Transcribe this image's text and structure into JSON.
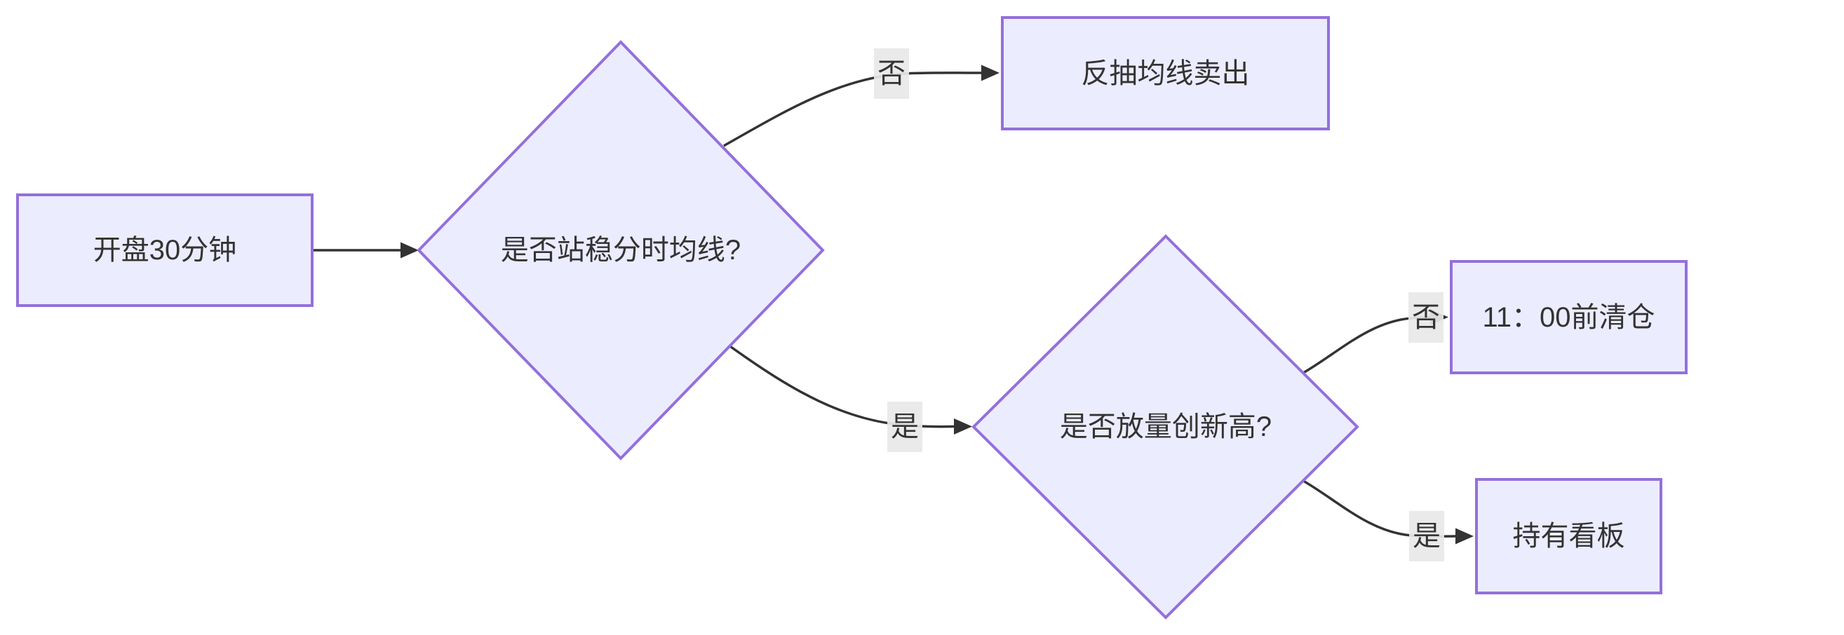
{
  "diagram": {
    "type": "flowchart",
    "direction": "left-to-right",
    "background": "#ffffff",
    "colors": {
      "node_fill": "#ECECFF",
      "node_border": "#9370DB",
      "edge_line": "#333333",
      "edge_label_bg": "#e8e8e8",
      "text": "#333333"
    },
    "nodes": [
      {
        "id": "start",
        "shape": "rectangle",
        "label": "开盘30分钟"
      },
      {
        "id": "decision-hold-ma",
        "shape": "diamond",
        "label": "是否站稳分时均线?"
      },
      {
        "id": "sell-on-pullback",
        "shape": "rectangle",
        "label": "反抽均线卖出"
      },
      {
        "id": "decision-volume-high",
        "shape": "diamond",
        "label": "是否放量创新高?"
      },
      {
        "id": "clear-before-11",
        "shape": "rectangle",
        "label": "11：00前清仓"
      },
      {
        "id": "hold-and-watch",
        "shape": "rectangle",
        "label": "持有看板"
      }
    ],
    "edges": [
      {
        "from": "start",
        "to": "decision-hold-ma",
        "label": ""
      },
      {
        "from": "decision-hold-ma",
        "to": "sell-on-pullback",
        "label": "否"
      },
      {
        "from": "decision-hold-ma",
        "to": "decision-volume-high",
        "label": "是"
      },
      {
        "from": "decision-volume-high",
        "to": "clear-before-11",
        "label": "否"
      },
      {
        "from": "decision-volume-high",
        "to": "hold-and-watch",
        "label": "是"
      }
    ]
  }
}
